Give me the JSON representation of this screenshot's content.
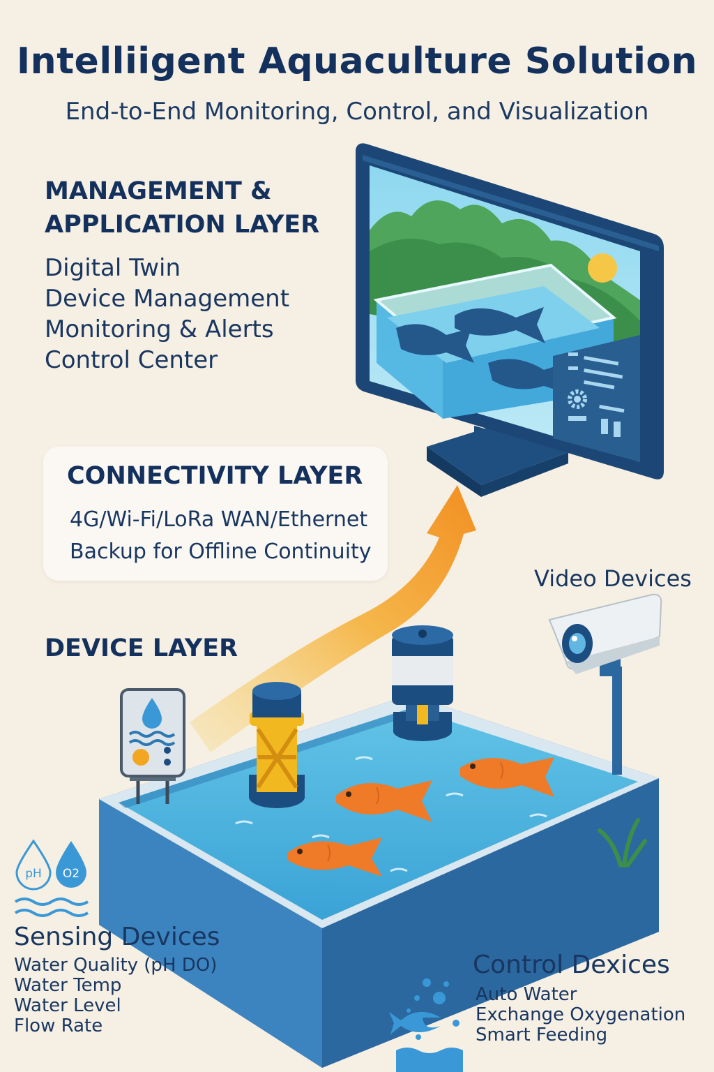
{
  "header": {
    "title": "Intelliigent Aquaculture Solution",
    "subtitle": "End-to-End Monitoring, Control, and Visualization"
  },
  "management_layer": {
    "heading_line1": "MANAGEMENT &",
    "heading_line2": "APPLICATION LAYER",
    "items": [
      "Digital Twin",
      "Device Management",
      "Monitoring & Alerts",
      "Control Center"
    ]
  },
  "connectivity_layer": {
    "heading": "CONNECTIVITY LAYER",
    "lines": [
      "4G/Wi-Fi/LoRa WAN/Ethernet",
      "Backup for Offline Continuity"
    ]
  },
  "device_layer": {
    "heading": "DEVICE LAYER"
  },
  "video_devices": {
    "label": "Video Devices"
  },
  "sensing_devices": {
    "icon_ph_label": "pH",
    "icon_o2_label": "O2",
    "title": "Sensing Devices",
    "items": [
      "Water Quality (pH DO)",
      "Water Temp",
      "Water Level",
      "Flow Rate"
    ]
  },
  "control_devices": {
    "title": "Control Dexices",
    "items": [
      "Auto Water",
      "Exchange Oxygenation",
      "Smart Feeding"
    ]
  },
  "colors": {
    "background": "#f6efe4",
    "navy": "#13315c",
    "pond_blue": "#2e77b5",
    "water": "#4fb5de",
    "arrow_orange": "#f29a2e",
    "fish_orange": "#ef7a28",
    "feeder_yellow": "#f2b81f"
  }
}
